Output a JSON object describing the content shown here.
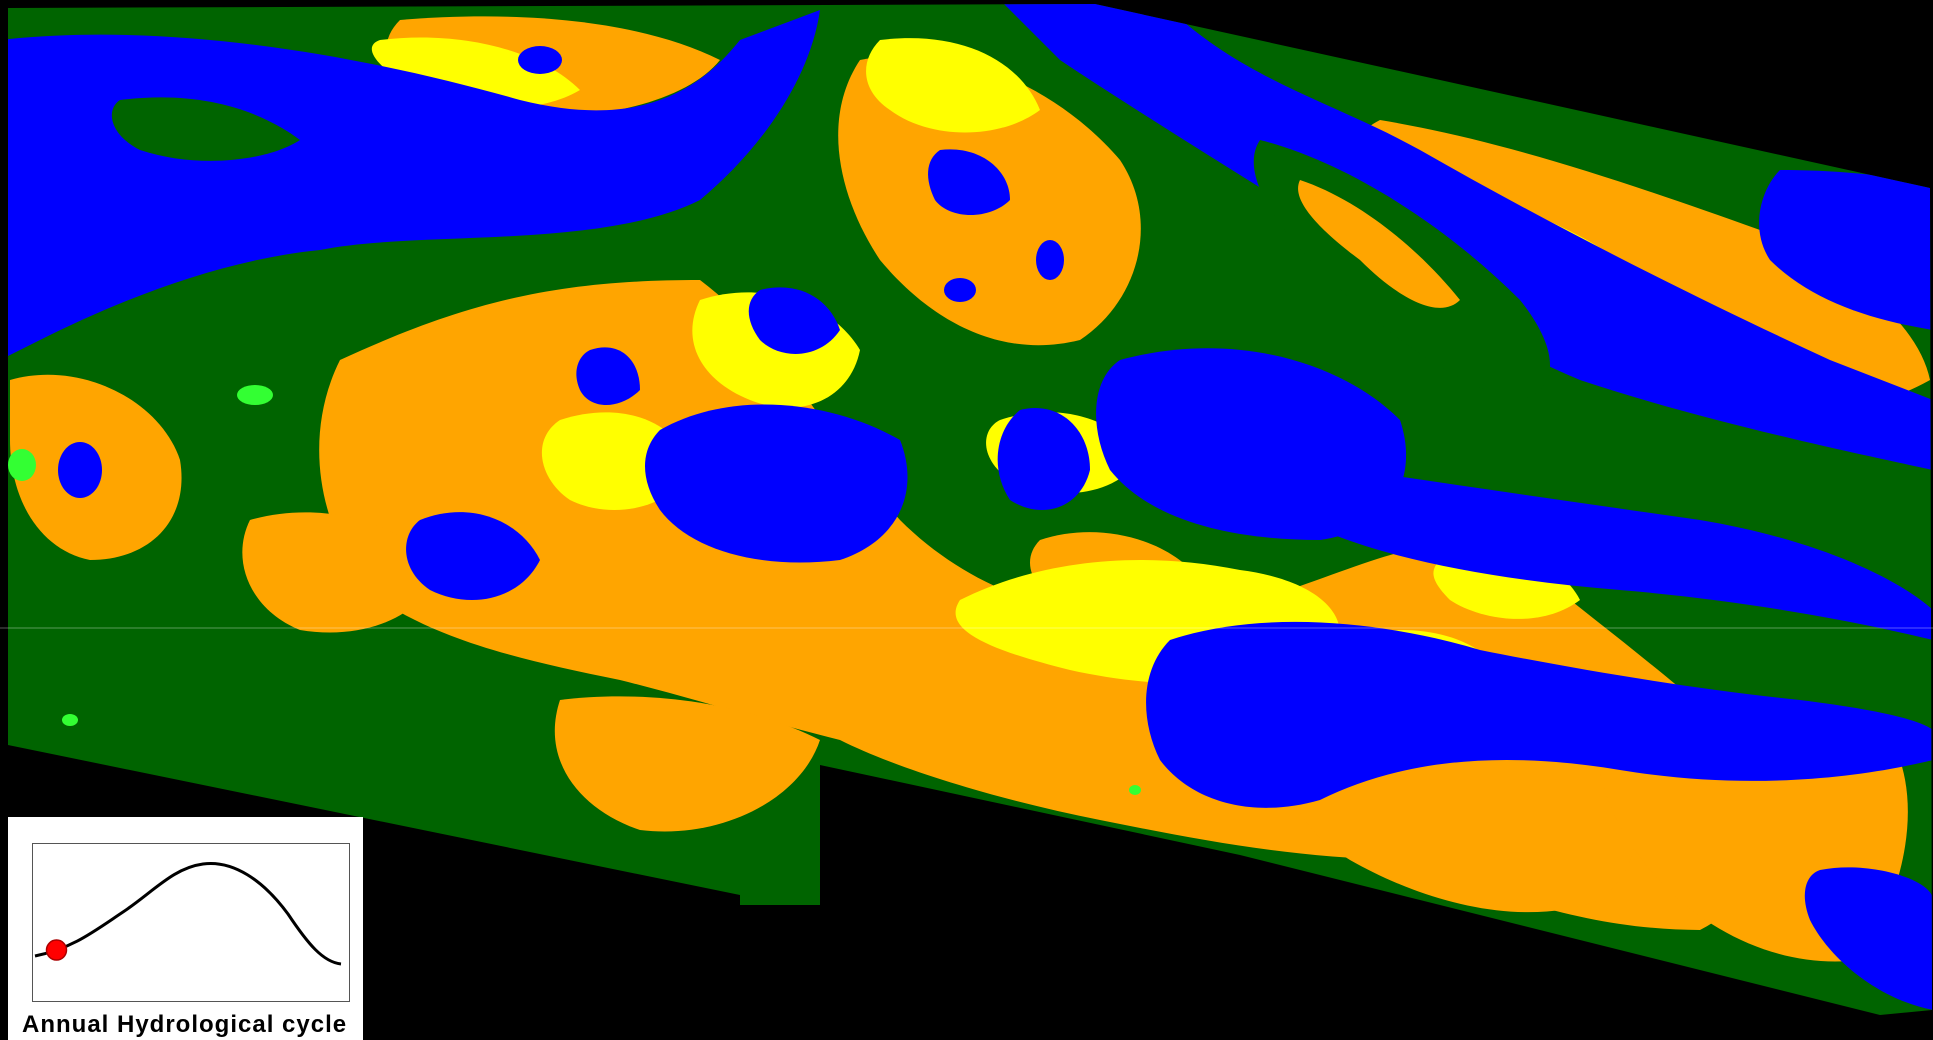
{
  "inset": {
    "caption": "Annual Hydrological cycle",
    "cycle_position": 0.0,
    "marker_color": "#ff0000"
  },
  "classes": [
    {
      "color": "#0000ff",
      "icon": "water"
    },
    {
      "color": "#006400",
      "icon": "forest"
    },
    {
      "color": "#ffa500",
      "icon": "floodable-vegetation"
    },
    {
      "color": "#ffff00",
      "icon": "herbaceous-vegetation"
    },
    {
      "color": "#33ff33",
      "icon": "non-flooded-vegetation"
    }
  ]
}
